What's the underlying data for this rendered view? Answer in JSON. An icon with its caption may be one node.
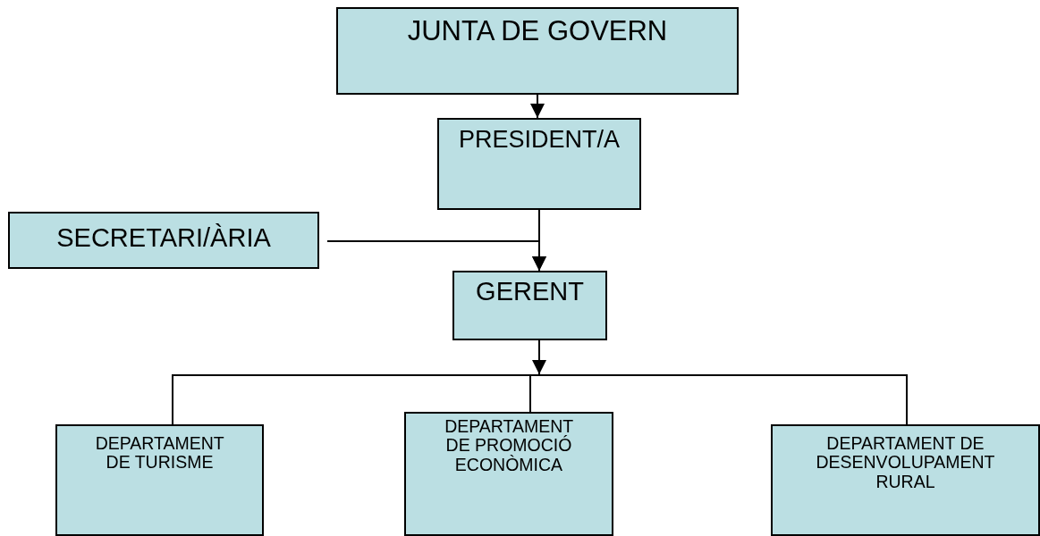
{
  "diagram": {
    "nodes": [
      {
        "text": [
          "JUNTA DE GOVERN"
        ]
      },
      {
        "text": [
          "PRESIDENT/A"
        ]
      },
      {
        "text": [
          "SECRETARI/ÀRIA"
        ]
      },
      {
        "text": [
          "GERENT"
        ]
      },
      {
        "text": [
          "DEPARTAMENT DE TURISME"
        ]
      },
      {
        "text": [
          "DEPARTAMENT DE PROMOCIÓ ECONÒMICA"
        ]
      },
      {
        "text": [
          "DEPARTAMENT DE DESENVOLUPAMENT RURAL"
        ]
      }
    ],
    "edges": [
      {
        "from": 0,
        "to": 1,
        "arrow": "to"
      },
      {
        "from": 1,
        "to": 3,
        "arrow": "to"
      },
      {
        "from": 2,
        "to": 3,
        "arrow": "to"
      },
      {
        "from": 3,
        "to": 4,
        "arrow": "none"
      },
      {
        "from": 3,
        "to": 5,
        "arrow": "none"
      },
      {
        "from": 3,
        "to": 6,
        "arrow": "none"
      }
    ]
  }
}
